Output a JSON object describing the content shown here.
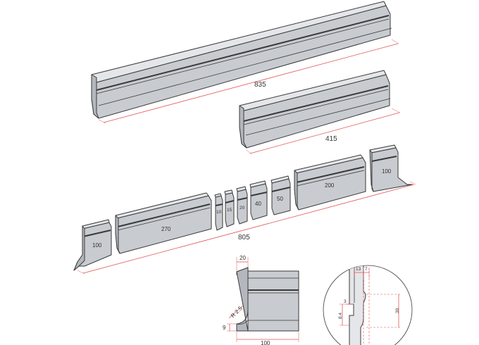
{
  "colors": {
    "dimension": "#e05555",
    "steel_face": "#c8cbd0",
    "steel_top": "#e4e6e9",
    "outline": "#3a3a3a"
  },
  "dimensions": {
    "long_bar": "835",
    "mid_bar": "415",
    "segmented_total": "805",
    "segments": [
      "100",
      "270",
      "10",
      "15",
      "20",
      "40",
      "50",
      "200",
      "100"
    ]
  },
  "detail_section": {
    "top_width": "20",
    "radius": "R 2.5",
    "base_height": "9",
    "base_width": "100"
  },
  "detail_circle": {
    "dim_a": "13",
    "dim_b": "7",
    "dim_c": "3",
    "dim_d": "8.4",
    "dim_e": "30"
  }
}
